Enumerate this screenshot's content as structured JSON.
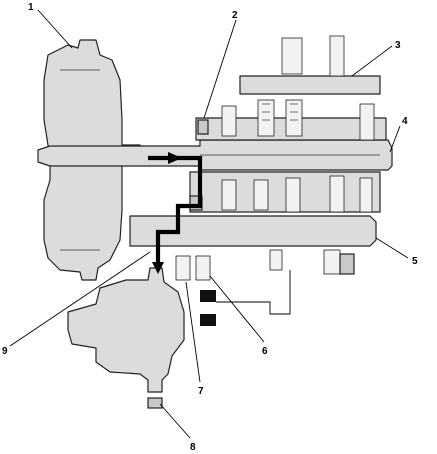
{
  "callouts": [
    {
      "id": "1",
      "text": "1"
    },
    {
      "id": "2",
      "text": "2"
    },
    {
      "id": "3",
      "text": "3"
    },
    {
      "id": "4",
      "text": "4"
    },
    {
      "id": "5",
      "text": "5"
    },
    {
      "id": "6",
      "text": "6"
    },
    {
      "id": "7",
      "text": "7"
    },
    {
      "id": "8",
      "text": "8"
    },
    {
      "id": "9",
      "text": "9"
    }
  ],
  "colors": {
    "component_fill": "#dcdcdc",
    "outline": "#222222",
    "flow_arrow": "#000000",
    "actuator": "#111111"
  }
}
